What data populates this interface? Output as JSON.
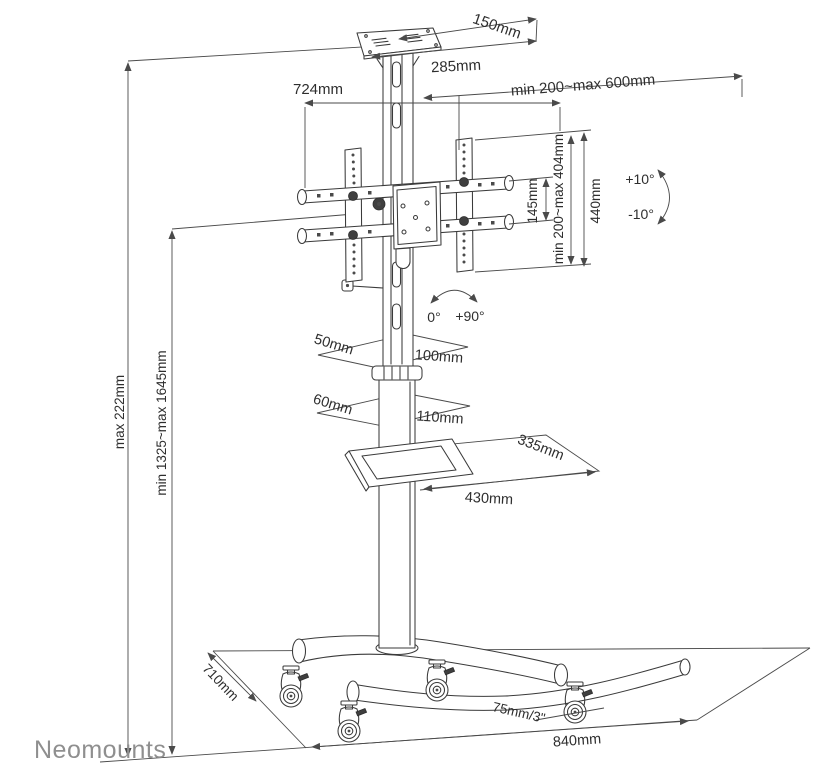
{
  "brand": {
    "logo_text": "Neomounts"
  },
  "diagram": {
    "dimensions": {
      "top_shelf_depth": "150mm",
      "top_shelf_width": "285mm",
      "crossbar_width": "724mm",
      "vesa_width_range": "min 200~max 600mm",
      "rail_gap": "145mm",
      "vesa_height_range": "min 200~max 404mm",
      "bracket_height": "440mm",
      "tilt_up": "+10°",
      "tilt_down": "-10°",
      "swivel_min": "0°",
      "swivel_max": "+90°",
      "upper_column_depth": "50mm",
      "upper_column_width": "100mm",
      "lower_column_depth": "60mm",
      "lower_column_width": "110mm",
      "av_shelf_depth": "335mm",
      "av_shelf_width": "430mm",
      "overall_height": "max 222mm",
      "screen_center_height": "min 1325~max 1645mm",
      "base_depth": "710mm",
      "caster_size": "75mm/3\"",
      "base_width": "840mm"
    }
  }
}
